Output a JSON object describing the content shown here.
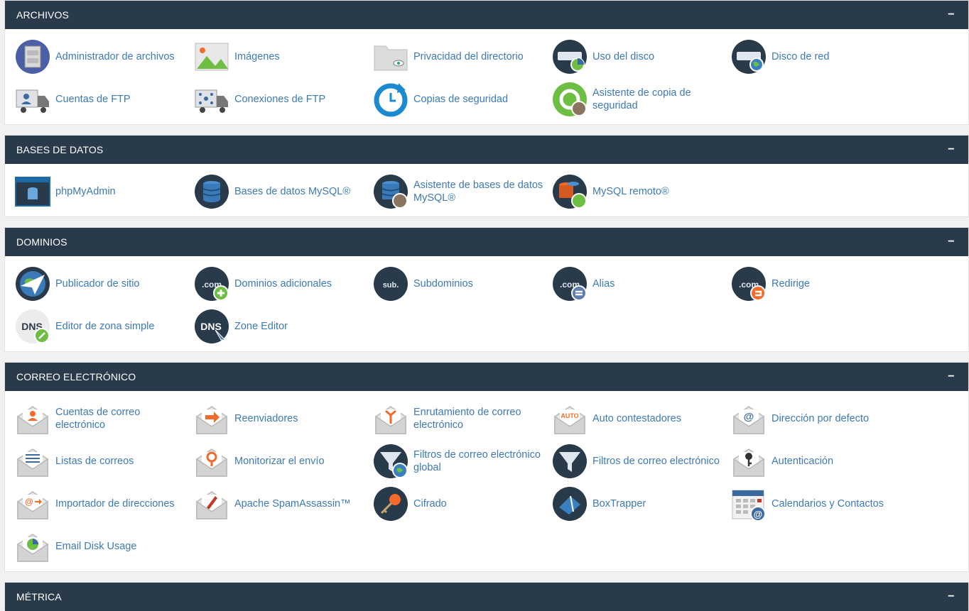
{
  "collapse_symbol": "−",
  "sections": {
    "archivos": {
      "title": "ARCHIVOS",
      "items": [
        {
          "label": "Administrador de archivos",
          "icon": "file-manager-icon"
        },
        {
          "label": "Imágenes",
          "icon": "images-icon"
        },
        {
          "label": "Privacidad del directorio",
          "icon": "directory-privacy-icon"
        },
        {
          "label": "Uso del disco",
          "icon": "disk-usage-icon"
        },
        {
          "label": "Disco de red",
          "icon": "network-disk-icon"
        },
        {
          "label": "Cuentas de FTP",
          "icon": "ftp-accounts-icon"
        },
        {
          "label": "Conexiones de FTP",
          "icon": "ftp-connections-icon"
        },
        {
          "label": "Copias de seguridad",
          "icon": "backup-icon"
        },
        {
          "label": "Asistente de copia de seguridad",
          "icon": "backup-wizard-icon"
        }
      ]
    },
    "bases_de_datos": {
      "title": "BASES DE DATOS",
      "items": [
        {
          "label": "phpMyAdmin",
          "icon": "phpmyadmin-icon"
        },
        {
          "label": "Bases de datos MySQL®",
          "icon": "mysql-databases-icon"
        },
        {
          "label": "Asistente de bases de datos MySQL®",
          "icon": "mysql-wizard-icon"
        },
        {
          "label": "MySQL remoto®",
          "icon": "remote-mysql-icon"
        }
      ]
    },
    "dominios": {
      "title": "DOMINIOS",
      "items": [
        {
          "label": "Publicador de sitio",
          "icon": "site-publisher-icon"
        },
        {
          "label": "Dominios adicionales",
          "icon": "addon-domains-icon",
          "badge": ".com"
        },
        {
          "label": "Subdominios",
          "icon": "subdomains-icon",
          "badge": "sub."
        },
        {
          "label": "Alias",
          "icon": "aliases-icon",
          "badge": ".com"
        },
        {
          "label": "Redirige",
          "icon": "redirects-icon",
          "badge": ".com"
        },
        {
          "label": "Editor de zona simple",
          "icon": "simple-zone-editor-icon",
          "badge": "DNS"
        },
        {
          "label": "Zone Editor",
          "icon": "zone-editor-icon",
          "badge": "DNS"
        }
      ]
    },
    "correo": {
      "title": "CORREO ELECTRÓNICO",
      "items": [
        {
          "label": "Cuentas de correo electrónico",
          "icon": "email-accounts-icon"
        },
        {
          "label": "Reenviadores",
          "icon": "forwarders-icon"
        },
        {
          "label": "Enrutamiento de correo electrónico",
          "icon": "email-routing-icon"
        },
        {
          "label": "Auto contestadores",
          "icon": "autoresponders-icon",
          "badge": "AUTO"
        },
        {
          "label": "Dirección por defecto",
          "icon": "default-address-icon",
          "badge": "@"
        },
        {
          "label": "Listas de correos",
          "icon": "mailing-lists-icon"
        },
        {
          "label": "Monitorizar el envío",
          "icon": "track-delivery-icon"
        },
        {
          "label": "Filtros de correo electrónico global",
          "icon": "global-email-filters-icon"
        },
        {
          "label": "Filtros de correo electrónico",
          "icon": "email-filters-icon"
        },
        {
          "label": "Autenticación",
          "icon": "authentication-icon"
        },
        {
          "label": "Importador de direcciones",
          "icon": "address-importer-icon",
          "badge": "@"
        },
        {
          "label": "Apache SpamAssassin™",
          "icon": "spamassassin-icon"
        },
        {
          "label": "Cifrado",
          "icon": "encryption-icon"
        },
        {
          "label": "BoxTrapper",
          "icon": "boxtrapper-icon"
        },
        {
          "label": "Calendarios y Contactos",
          "icon": "calendars-contacts-icon",
          "badge": "@"
        },
        {
          "label": "Email Disk Usage",
          "icon": "email-disk-usage-icon"
        }
      ]
    },
    "metrica": {
      "title": "MÉTRICA",
      "items": []
    }
  },
  "colors": {
    "header_bg": "#293a4a",
    "link": "#3d7ab4",
    "icon_dark": "#293a4a",
    "icon_blue": "#1a8bd0",
    "icon_orange": "#f26b2a",
    "icon_green": "#6fbe44",
    "envelope_gray": "#b8b8b8"
  }
}
